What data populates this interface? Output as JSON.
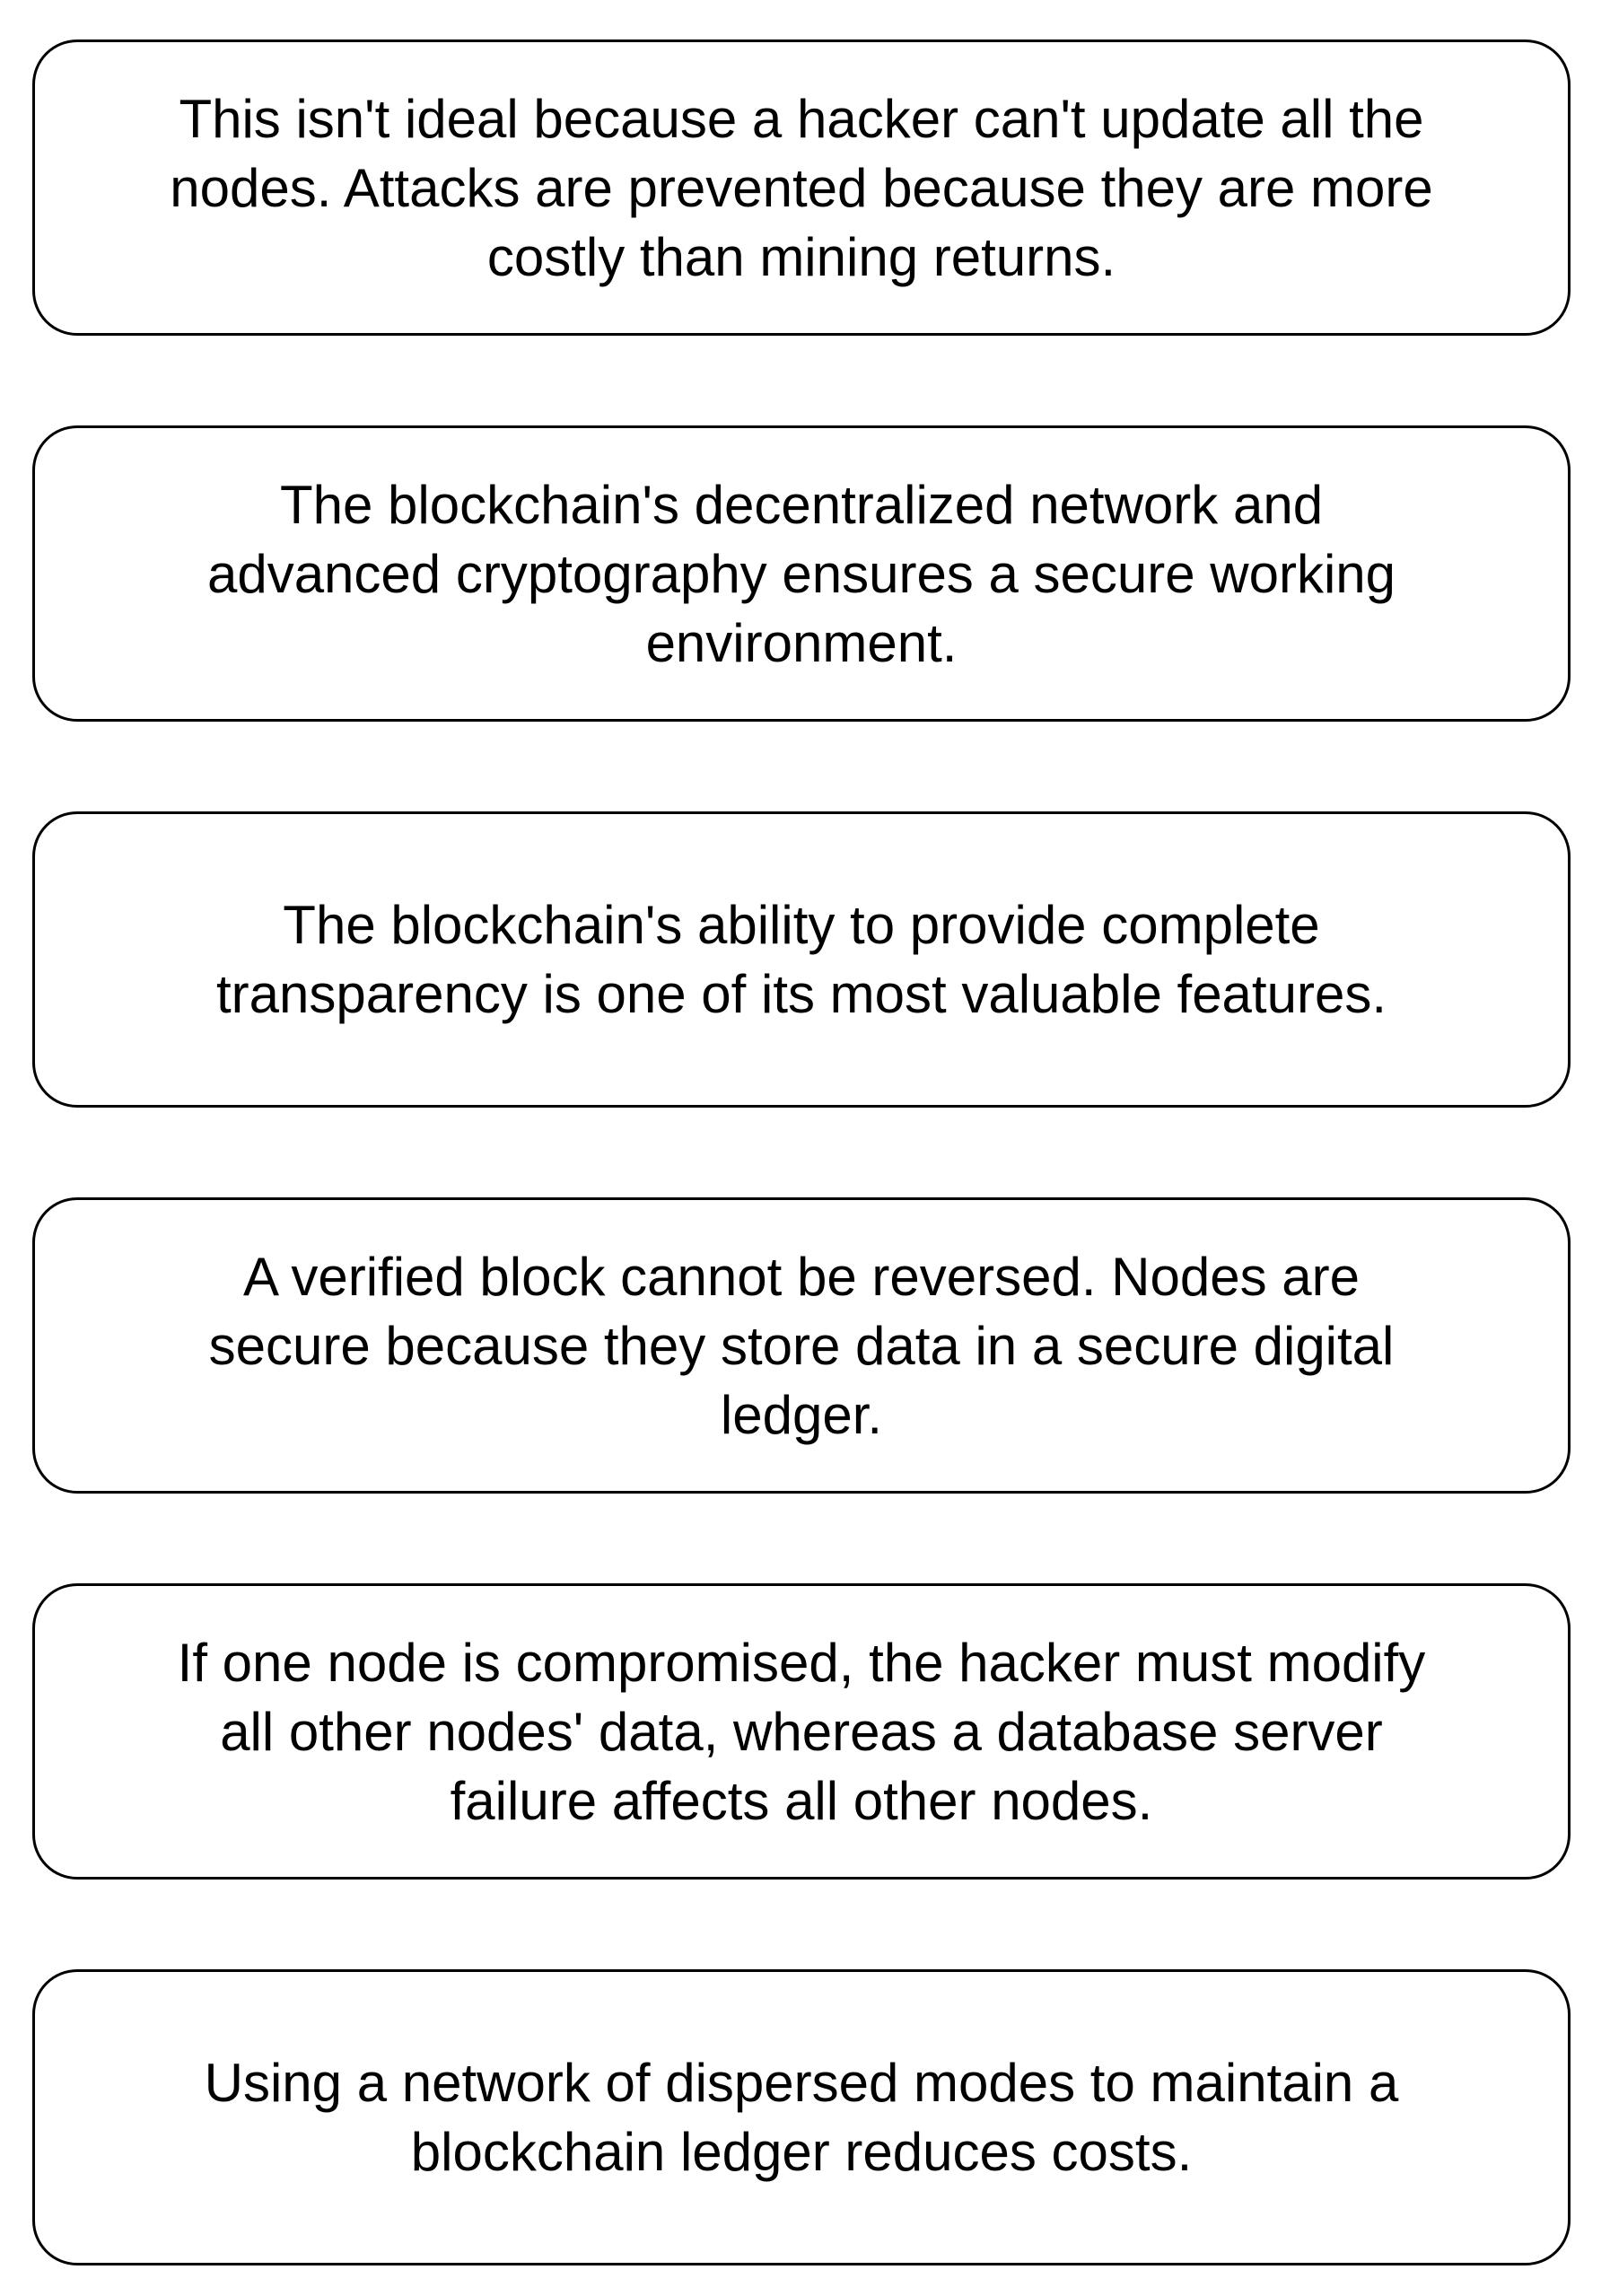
{
  "boxes": [
    {
      "text": "This isn't ideal because a hacker can't update all the nodes. Attacks are prevented because they are more costly than mining returns."
    },
    {
      "text": "The blockchain's decentralized network and advanced cryptography ensures a secure working environment."
    },
    {
      "text": "The blockchain's ability to provide complete transparency is one of its most valuable features."
    },
    {
      "text": "A verified block cannot be reversed. Nodes are secure because they store data in a secure digital ledger."
    },
    {
      "text": "If one node is compromised, the hacker must modify all other nodes' data, whereas a database server failure affects all other nodes."
    },
    {
      "text": "Using a network of dispersed modes to maintain a blockchain ledger reduces costs."
    }
  ],
  "colors": {
    "border": "#000000",
    "text": "#000000",
    "background": "#ffffff"
  }
}
